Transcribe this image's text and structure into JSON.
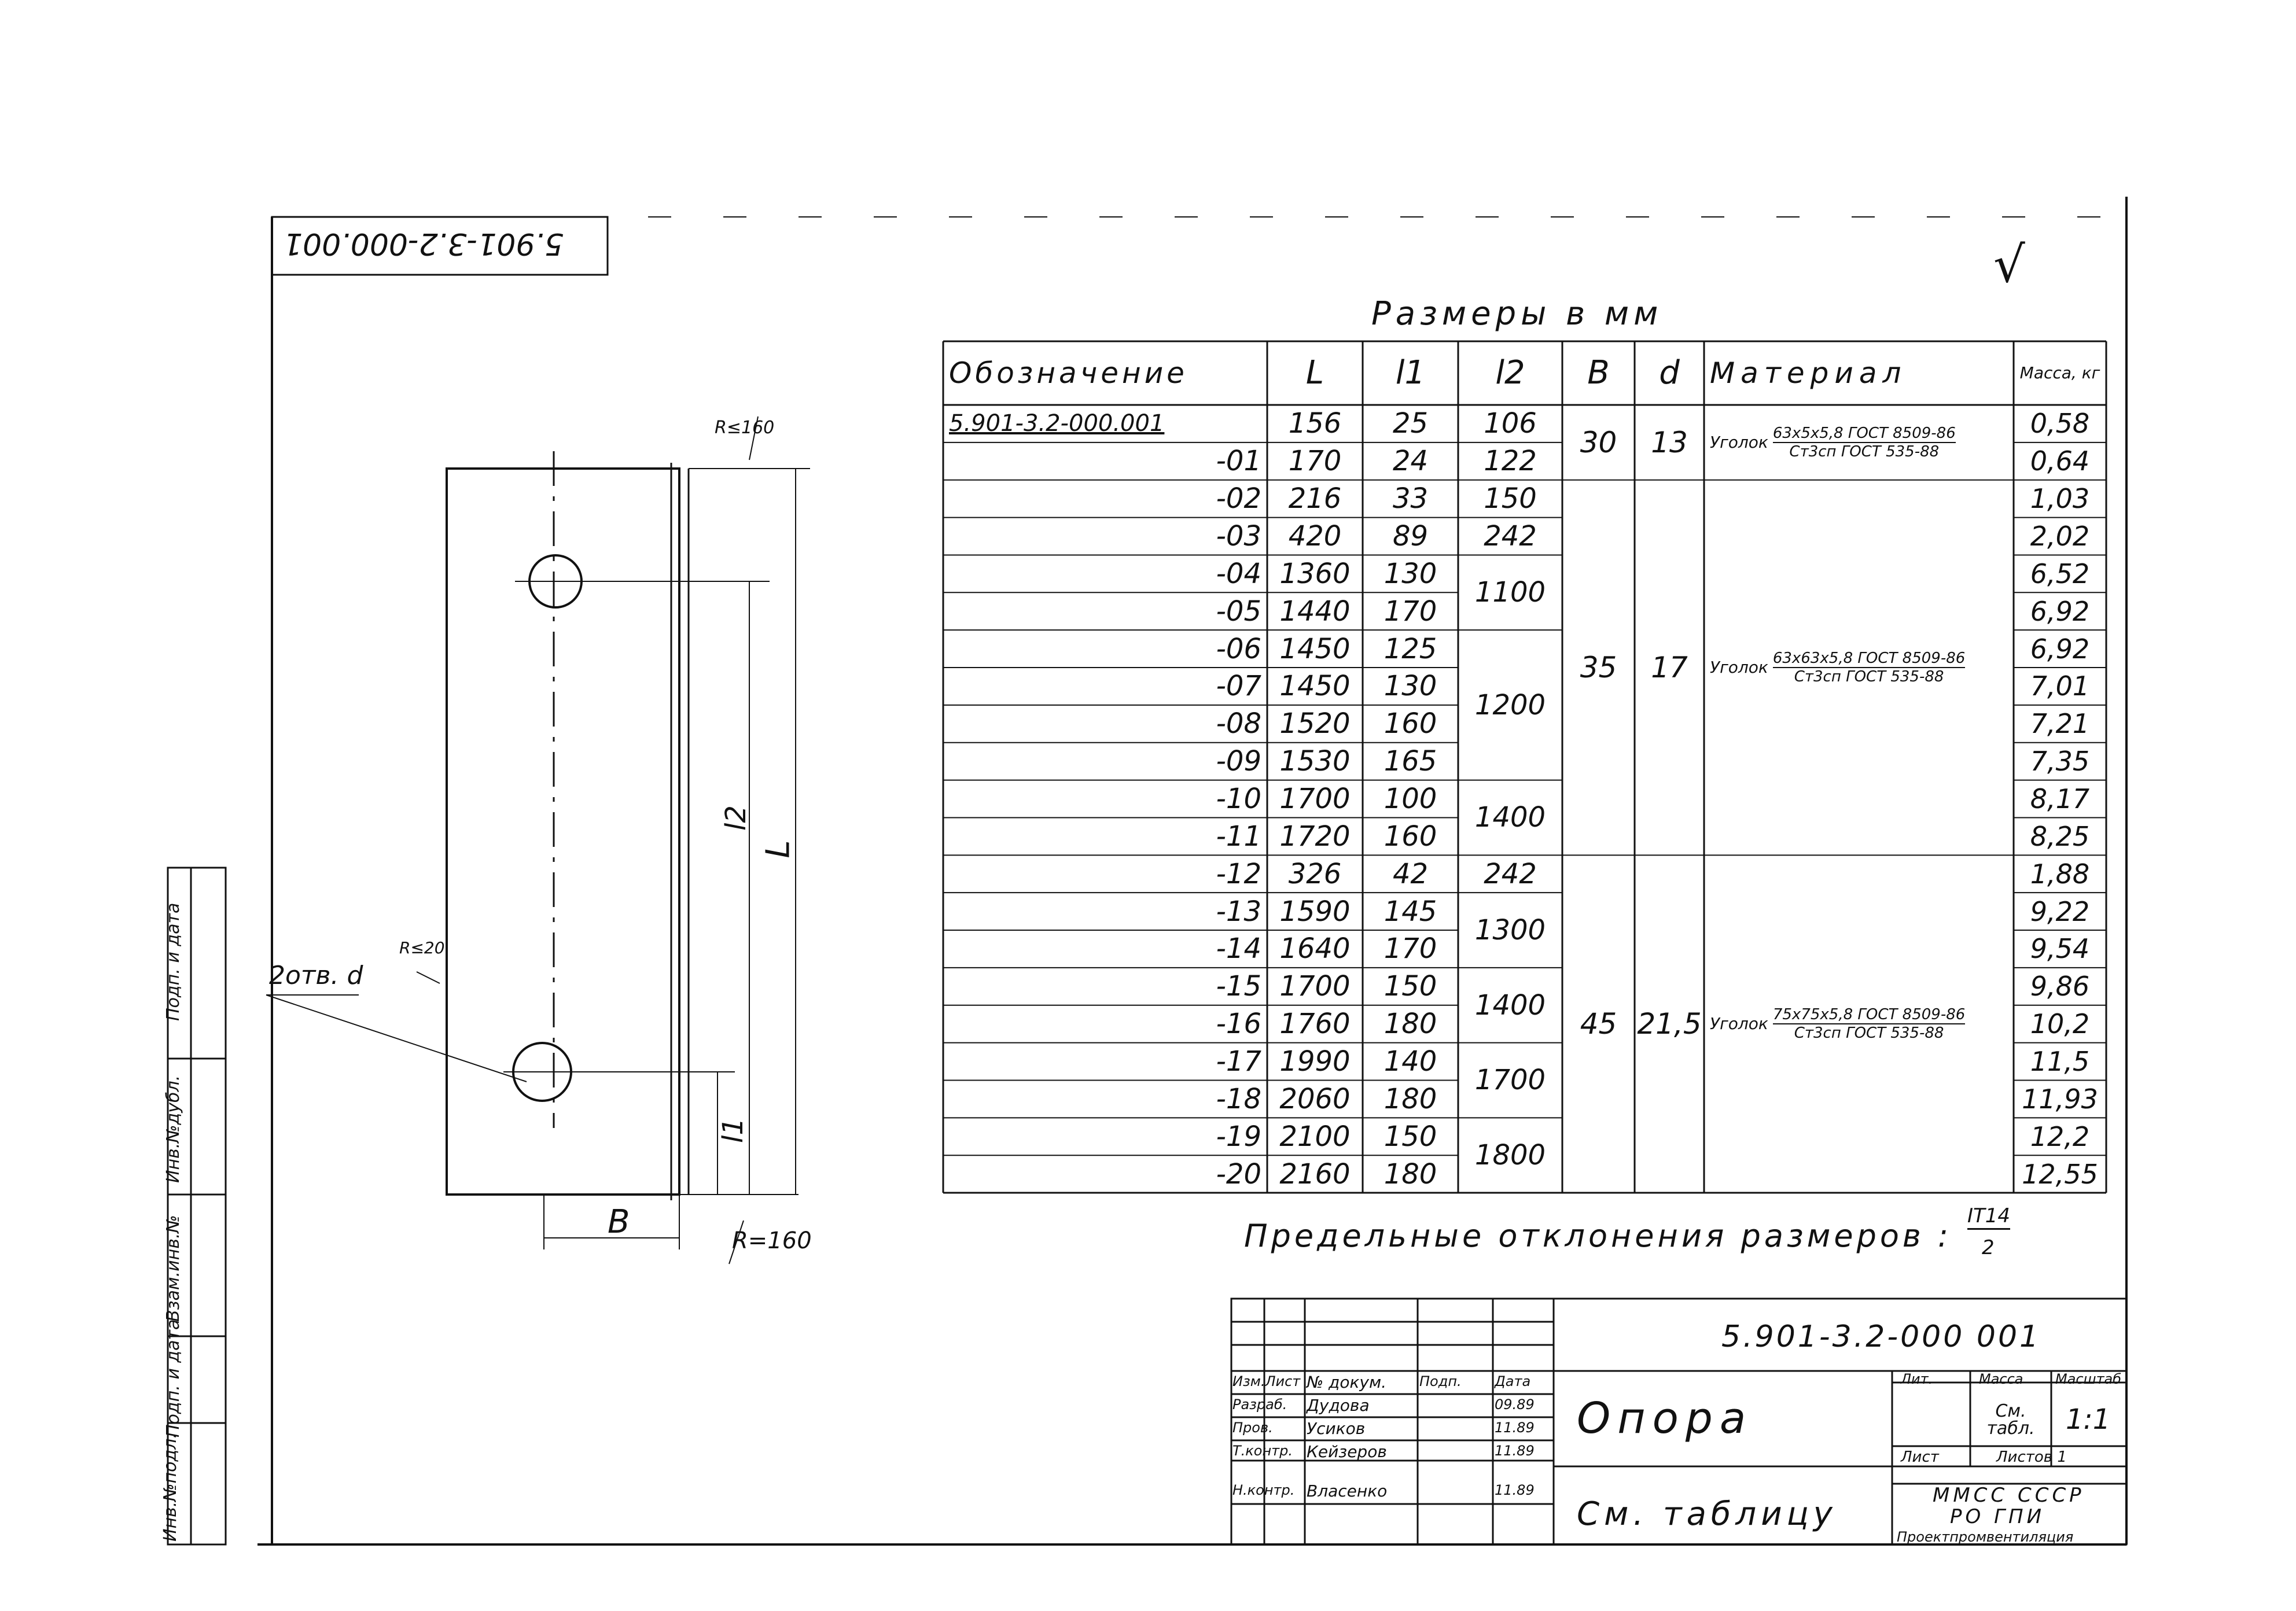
{
  "stamp_code": "5.901-3.2-000.001",
  "check_mark": "√",
  "table_title": "Размеры в мм",
  "table": {
    "headers": [
      "Обозначение",
      "L",
      "l1",
      "l2",
      "B",
      "d",
      "Материал",
      "Масса, кг"
    ],
    "rows": [
      {
        "designation": "5.901-3.2-000.001",
        "L": "156",
        "l1": "25",
        "mass": "0,58"
      },
      {
        "designation": "-01",
        "L": "170",
        "l1": "24",
        "mass": "0,64"
      },
      {
        "designation": "-02",
        "L": "216",
        "l1": "33",
        "mass": "1,03"
      },
      {
        "designation": "-03",
        "L": "420",
        "l1": "89",
        "mass": "2,02"
      },
      {
        "designation": "-04",
        "L": "1360",
        "l1": "130",
        "mass": "6,52"
      },
      {
        "designation": "-05",
        "L": "1440",
        "l1": "170",
        "mass": "6,92"
      },
      {
        "designation": "-06",
        "L": "1450",
        "l1": "125",
        "mass": "6,92"
      },
      {
        "designation": "-07",
        "L": "1450",
        "l1": "130",
        "mass": "7,01"
      },
      {
        "designation": "-08",
        "L": "1520",
        "l1": "160",
        "mass": "7,21"
      },
      {
        "designation": "-09",
        "L": "1530",
        "l1": "165",
        "mass": "7,35"
      },
      {
        "designation": "-10",
        "L": "1700",
        "l1": "100",
        "mass": "8,17"
      },
      {
        "designation": "-11",
        "L": "1720",
        "l1": "160",
        "mass": "8,25"
      },
      {
        "designation": "-12",
        "L": "326",
        "l1": "42",
        "mass": "1,88"
      },
      {
        "designation": "-13",
        "L": "1590",
        "l1": "145",
        "mass": "9,22"
      },
      {
        "designation": "-14",
        "L": "1640",
        "l1": "170",
        "mass": "9,54"
      },
      {
        "designation": "-15",
        "L": "1700",
        "l1": "150",
        "mass": "9,86"
      },
      {
        "designation": "-16",
        "L": "1760",
        "l1": "180",
        "mass": "10,2"
      },
      {
        "designation": "-17",
        "L": "1990",
        "l1": "140",
        "mass": "11,5"
      },
      {
        "designation": "-18",
        "L": "2060",
        "l1": "180",
        "mass": "11,93"
      },
      {
        "designation": "-19",
        "L": "2100",
        "l1": "150",
        "mass": "12,2"
      },
      {
        "designation": "-20",
        "L": "2160",
        "l1": "180",
        "mass": "12,55"
      }
    ],
    "l2_groups": [
      {
        "value": "106",
        "rows": [
          0,
          0
        ]
      },
      {
        "value": "122",
        "rows": [
          1,
          1
        ]
      },
      {
        "value": "150",
        "rows": [
          2,
          2
        ]
      },
      {
        "value": "242",
        "rows": [
          3,
          3
        ]
      },
      {
        "value": "1100",
        "rows": [
          4,
          5
        ]
      },
      {
        "value": "1200",
        "rows": [
          6,
          9
        ]
      },
      {
        "value": "1400",
        "rows": [
          10,
          11
        ]
      },
      {
        "value": "242",
        "rows": [
          12,
          12
        ]
      },
      {
        "value": "1300",
        "rows": [
          13,
          14
        ]
      },
      {
        "value": "1400",
        "rows": [
          15,
          16
        ]
      },
      {
        "value": "1700",
        "rows": [
          17,
          18
        ]
      },
      {
        "value": "1800",
        "rows": [
          19,
          20
        ]
      }
    ],
    "bd_groups": [
      {
        "B": "30",
        "d": "13",
        "rows": [
          0,
          1
        ]
      },
      {
        "B": "35",
        "d": "17",
        "rows": [
          2,
          11
        ]
      },
      {
        "B": "45",
        "d": "21,5",
        "rows": [
          12,
          20
        ]
      }
    ],
    "material_groups": [
      {
        "prefix": "Уголок",
        "top": "63х5х5,8 ГОСТ 8509-86",
        "bottom": "Ст3сп ГОСТ 535-88",
        "rows": [
          0,
          1
        ]
      },
      {
        "prefix": "Уголок",
        "top": "63х63х5,8 ГОСТ 8509-86",
        "bottom": "Ст3сп ГОСТ 535-88",
        "rows": [
          2,
          11
        ]
      },
      {
        "prefix": "Уголок",
        "top": "75х75х5,8 ГОСТ 8509-86",
        "bottom": "Ст3сп ГОСТ 535-88",
        "rows": [
          12,
          20
        ]
      }
    ]
  },
  "tolerance_note": "Предельные отклонения размеров :",
  "tolerance_fraction": {
    "num": "IT14",
    "den": "2"
  },
  "drawing": {
    "r_top": "R≤160",
    "r_bottom": "R=160",
    "r20": "R≤20",
    "holes_label": "2отв. d",
    "dim_b": "B",
    "dim_l": "L",
    "dim_l1": "l1",
    "dim_l2": "l2"
  },
  "side_strip": [
    "Инв.№подл.",
    "Подп. и дата",
    "Взам.инв.№",
    "Инв.№дубл.",
    "Подп. и дата"
  ],
  "title_block": {
    "doc_code": "5.901-3.2-000 001",
    "name": "Опора",
    "material": "См. таблицу",
    "headers": [
      "Лит.",
      "Масса",
      "Масштаб"
    ],
    "mass": "См. табл.",
    "scale": "1:1",
    "sheet": "Лист",
    "sheets": "Листов 1",
    "org_1": "ММСС СССР",
    "org_2": "РО ГПИ",
    "org_3": "Проектпромвентиляция",
    "sign_rows": [
      {
        "role": "Изм.Лист",
        "name": "№ докум.",
        "sign": "Подп.",
        "date": "Дата"
      },
      {
        "role": "Разраб.",
        "name": "Дудова",
        "sign": "",
        "date": "09.89"
      },
      {
        "role": "Пров.",
        "name": "Усиков",
        "sign": "",
        "date": "11.89"
      },
      {
        "role": "Т.контр.",
        "name": "Кейзеров",
        "sign": "",
        "date": "11.89"
      },
      {
        "role": "Н.контр.",
        "name": "Власенко",
        "sign": "",
        "date": "11.89"
      }
    ]
  }
}
